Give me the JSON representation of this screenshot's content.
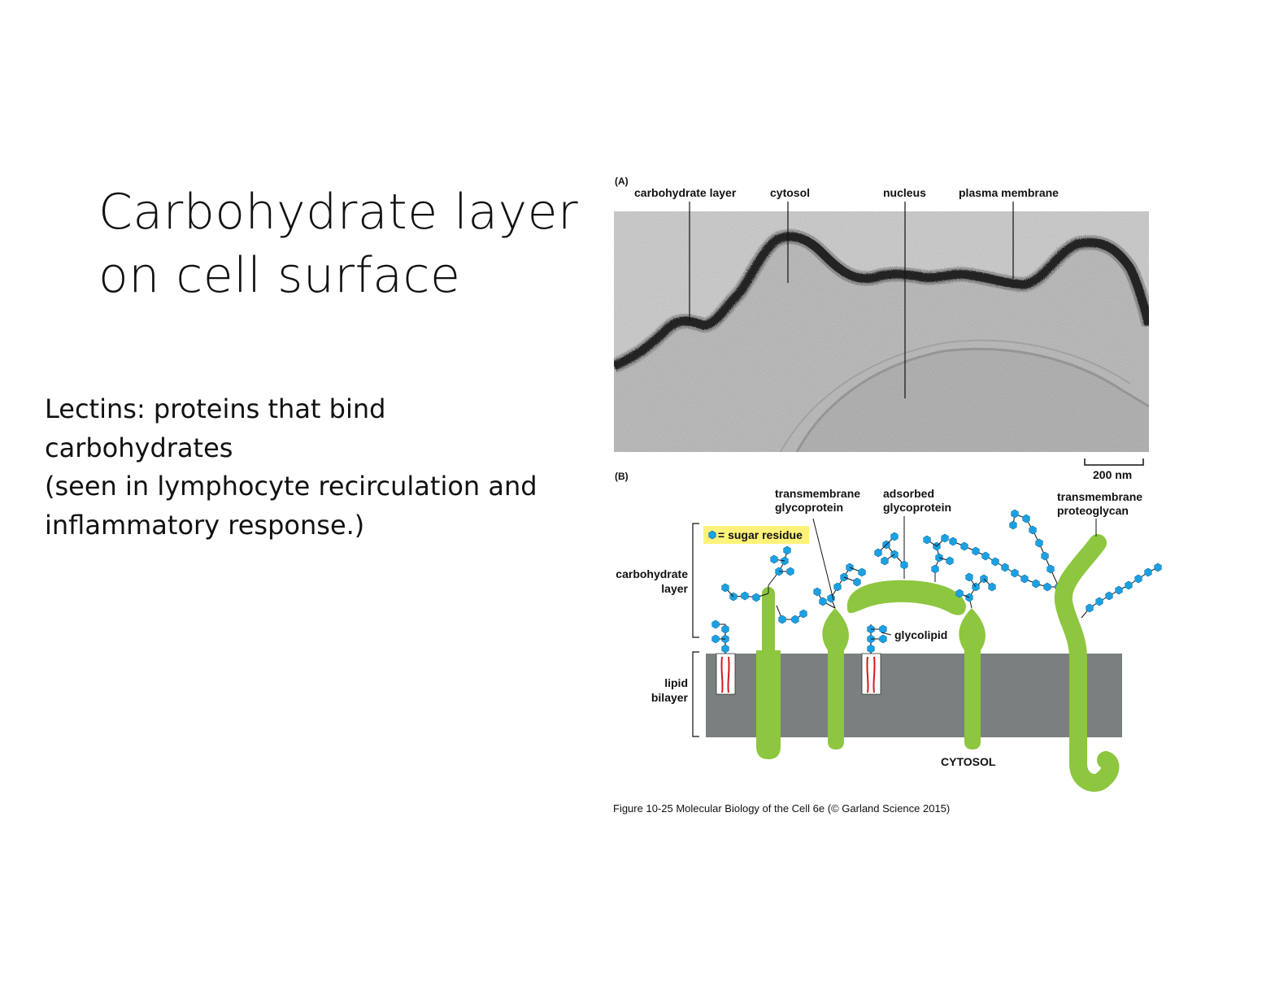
{
  "slide": {
    "title_lines": [
      "Carbohydrate layer",
      "on cell surface"
    ],
    "body_lines": [
      "Lectins: proteins that bind",
      "carbohydrates",
      "(seen in lymphocyte recirculation and",
      "inflammatory response.)"
    ]
  },
  "figure": {
    "panel_a": {
      "panel_label": "(A)",
      "labels": {
        "carbohydrate_layer": "carbohydrate layer",
        "cytosol": "cytosol",
        "nucleus": "nucleus",
        "plasma_membrane": "plasma membrane"
      },
      "scale_bar": "200 nm"
    },
    "panel_b": {
      "panel_label": "(B)",
      "labels": {
        "transmembrane_glycoprotein": [
          "transmembrane",
          "glycoprotein"
        ],
        "adsorbed_glycoprotein": [
          "adsorbed",
          "glycoprotein"
        ],
        "transmembrane_proteoglycan": [
          "transmembrane",
          "proteoglycan"
        ],
        "legend_sugar": "= sugar residue",
        "carbohydrate_layer": [
          "carbohydrate",
          "layer"
        ],
        "glycolipid": "glycolipid",
        "lipid_bilayer": [
          "lipid",
          "bilayer"
        ],
        "cytosol": "CYTOSOL"
      },
      "colors": {
        "protein": "#8dc63f",
        "sugar": "#1ba1e2",
        "bilayer": "#7a7f7f",
        "lipid_tail": "#d7191c",
        "legend_bg": "#fff27a"
      }
    },
    "caption": "Figure 10-25 Molecular Biology of the Cell 6e (© Garland Science 2015)"
  }
}
